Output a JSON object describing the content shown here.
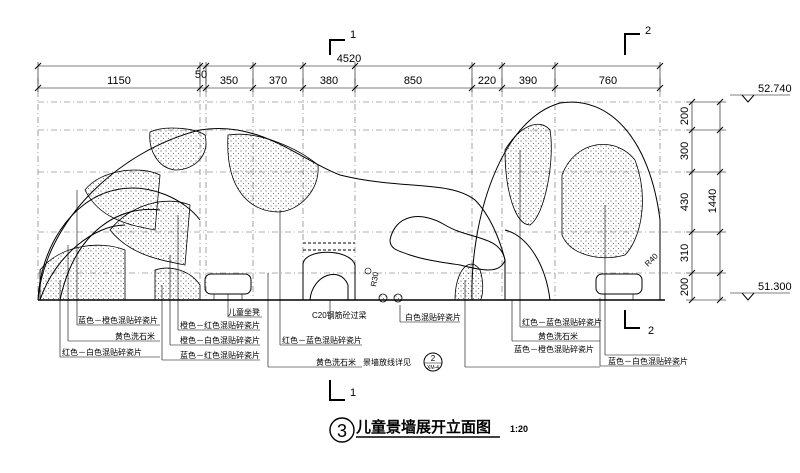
{
  "dims_top": {
    "total": "4520",
    "segments": [
      "1150",
      "50",
      "350",
      "370",
      "380",
      "850",
      "220",
      "390",
      "760"
    ]
  },
  "dims_right": {
    "total": "1440",
    "segments": [
      "200",
      "300",
      "430",
      "310",
      "200"
    ]
  },
  "elevations": {
    "top": "52.740",
    "bottom": "51.300"
  },
  "section_marks": {
    "a": "1",
    "b": "2"
  },
  "radius_labels": {
    "r30": "R30",
    "r40": "R40"
  },
  "labels": {
    "blue_orange": "蓝色－橙色混贴碎瓷片",
    "yellow_terrazzo_1": "黄色洗石米",
    "red_white": "红色－白色混贴碎瓷片",
    "orange_red": "橙色－红色混贴碎瓷片",
    "orange_white": "橙色－白色混贴碎瓷片",
    "blue_red": "蓝色－红色混贴碎瓷片",
    "kids_seat": "儿童坐凳",
    "c20": "C20钢筋砼过梁",
    "red_blue": "红色－蓝色混贴碎瓷片",
    "yellow_terrazzo_2": "黄色洗石米",
    "white_mix": "白色混贴碎瓷片",
    "wall_detail": "景墙放线详见",
    "red_blue_2": "红色－蓝色混贴碎瓷片",
    "yellow_terrazzo_3": "黄色洗石米",
    "blue_orange_2": "蓝色－橙色混贴碎瓷片",
    "blue_white": "蓝色－白色混贴碎瓷片"
  },
  "detail_ref": {
    "num": "2",
    "sheet": "XM-4"
  },
  "title": {
    "num": "3",
    "text": "儿童景墙展开立面图",
    "scale": "1:20"
  }
}
